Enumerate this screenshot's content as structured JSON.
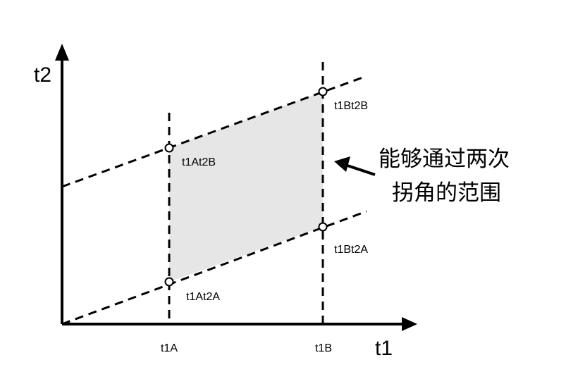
{
  "axes": {
    "x_title": "t1",
    "y_title": "t2"
  },
  "ticks": {
    "x1": "t1A",
    "x2": "t1B"
  },
  "points": {
    "a_low": "t1At2A",
    "a_high": "t1At2B",
    "b_low": "t1Bt2A",
    "b_high": "t1Bt2B"
  },
  "annotation": {
    "line1": "能够通过两次",
    "line2": "拐角的范围"
  },
  "colors": {
    "stroke": "#000000",
    "region_fill": "#e6e6e6",
    "marker_fill": "#ffffff"
  }
}
